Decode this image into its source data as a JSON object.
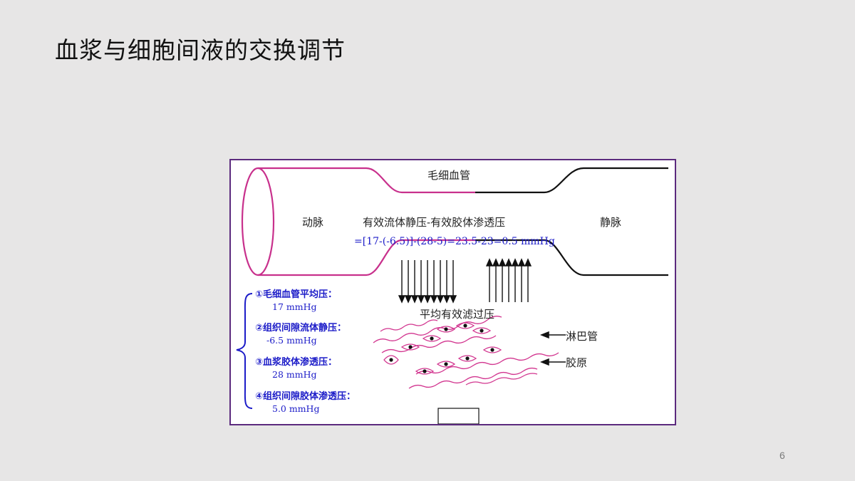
{
  "slide": {
    "title": "血浆与细胞间液的交换调节",
    "page_number": "6"
  },
  "diagram": {
    "capillary_label": "毛细血管",
    "artery_label": "动脉",
    "vein_label": "静脉",
    "equation_text": "有效流体静压-有效胶体渗透压",
    "formula": "=[17-(-6.5)]-(28-5)=23.5-23=0.5 mmHg",
    "filtration_label": "平均有效滤过压",
    "lymph_label": "淋巴管",
    "collagen_label": "胶原",
    "pressures": [
      {
        "name": "①毛细血管平均压：",
        "value": "17 mmHg"
      },
      {
        "name": "②组织间隙流体静压：",
        "value": "-6.5 mmHg"
      },
      {
        "name": "③血浆胶体渗透压：",
        "value": "28 mmHg"
      },
      {
        "name": "④组织间隙胶体渗透压：",
        "value": "5.0 mmHg"
      }
    ],
    "colors": {
      "arterial_side": "#c8308c",
      "venous_side": "#111111",
      "annotation_blue": "#1c1cc8",
      "frame": "#5b2a7e"
    }
  }
}
